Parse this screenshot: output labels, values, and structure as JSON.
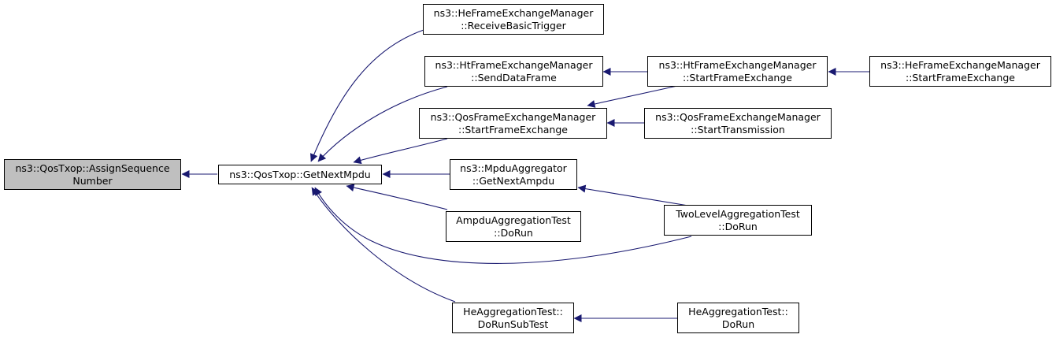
{
  "colors": {
    "edge": "#191970",
    "border": "#000000",
    "focus_fill": "#bfbfbf",
    "node_fill": "#ffffff"
  },
  "nodes": {
    "assign": {
      "line1": "ns3::QosTxop::AssignSequence",
      "line2": "Number"
    },
    "getnext": {
      "line1": "ns3::QosTxop::GetNextMpdu"
    },
    "he_rbt": {
      "line1": "ns3::HeFrameExchangeManager",
      "line2": "::ReceiveBasicTrigger"
    },
    "ht_sdf": {
      "line1": "ns3::HtFrameExchangeManager",
      "line2": "::SendDataFrame"
    },
    "qos_sfe": {
      "line1": "ns3::QosFrameExchangeManager",
      "line2": "::StartFrameExchange"
    },
    "mpdu_ga": {
      "line1": "ns3::MpduAggregator",
      "line2": "::GetNextAmpdu"
    },
    "ampdu_dr": {
      "line1": "AmpduAggregationTest",
      "line2": "::DoRun"
    },
    "he_drst": {
      "line1": "HeAggregationTest::",
      "line2": "DoRunSubTest"
    },
    "ht_sfe": {
      "line1": "ns3::HtFrameExchangeManager",
      "line2": "::StartFrameExchange"
    },
    "qos_st": {
      "line1": "ns3::QosFrameExchangeManager",
      "line2": "::StartTransmission"
    },
    "two_dr": {
      "line1": "TwoLevelAggregationTest",
      "line2": "::DoRun"
    },
    "he_dr": {
      "line1": "HeAggregationTest::",
      "line2": "DoRun"
    },
    "he_sfe": {
      "line1": "ns3::HeFrameExchangeManager",
      "line2": "::StartFrameExchange"
    }
  }
}
